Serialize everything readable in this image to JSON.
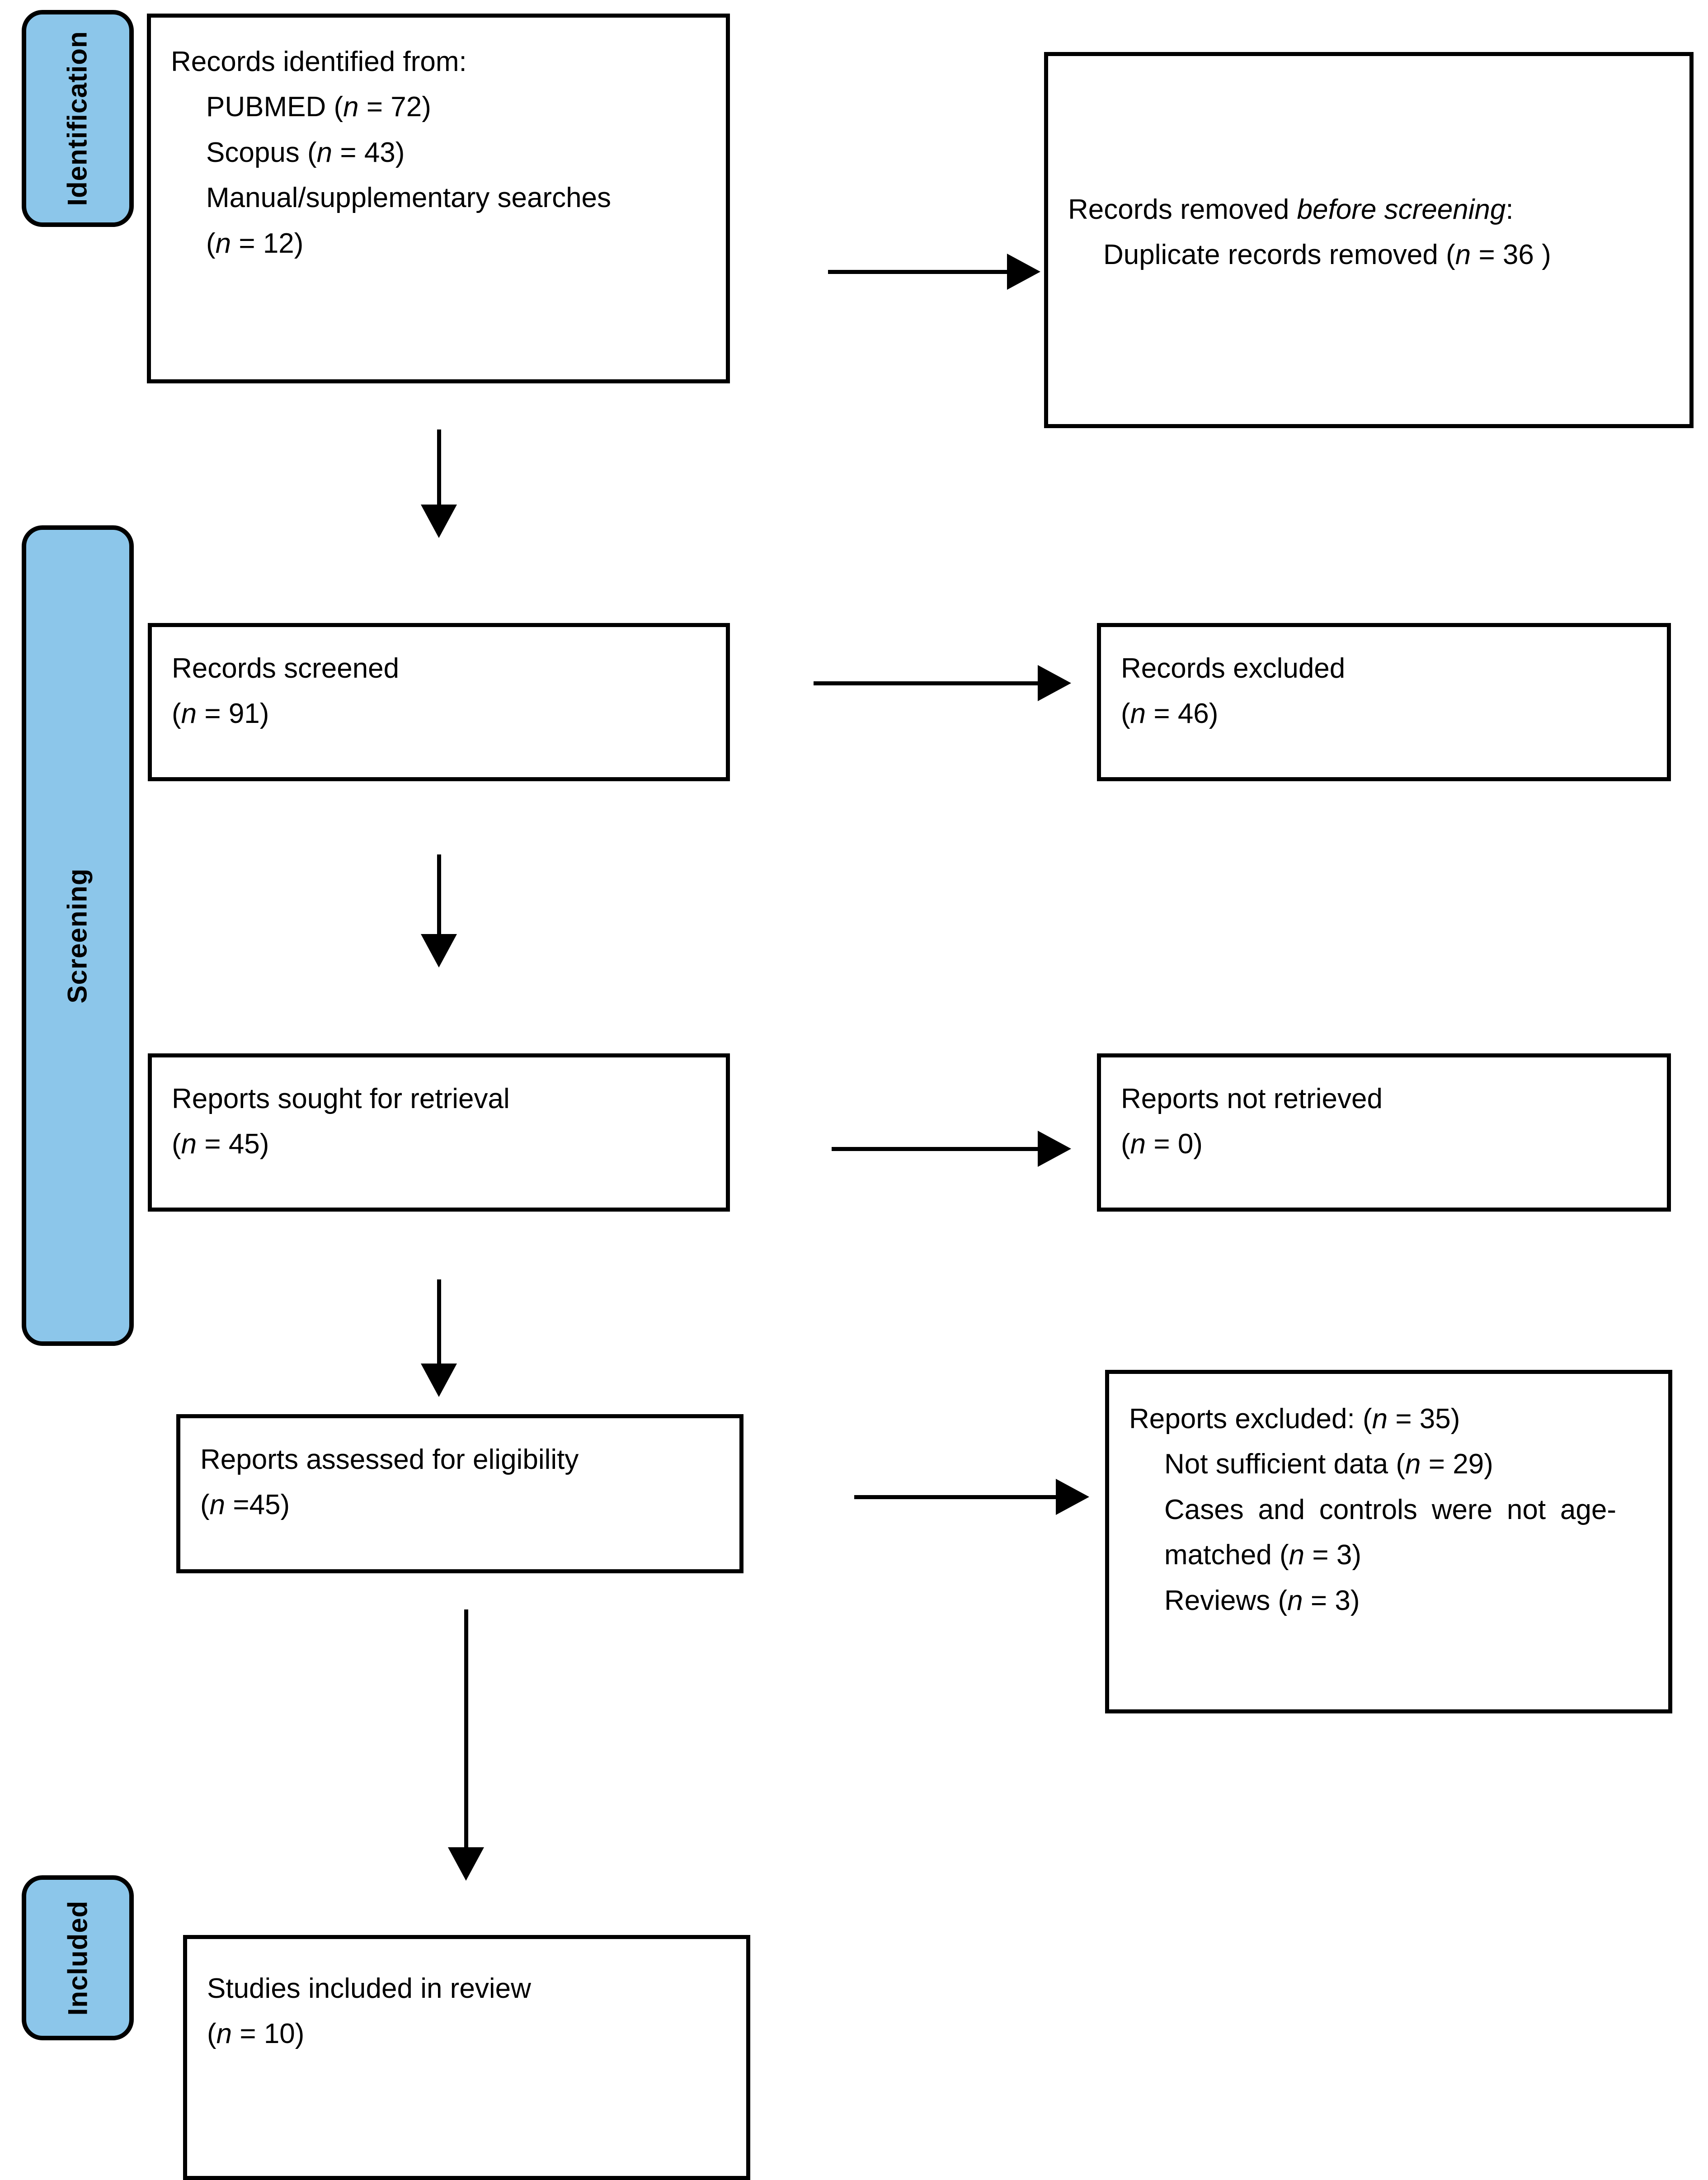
{
  "diagram": {
    "title": "PRISMA 2020 flow diagram",
    "accent_color": "#8CC6EA",
    "line_color": "#000000",
    "background_color": "#FFFFFF"
  },
  "stages": [
    {
      "id": "identification",
      "label": "Identification"
    },
    {
      "id": "screening",
      "label": "Screening"
    },
    {
      "id": "included",
      "label": "Included"
    }
  ],
  "boxes": {
    "records_identified": {
      "lines": [
        {
          "text": "Records identified from:",
          "indent": false
        },
        {
          "text": "PUBMED (n = 72)",
          "indent": true
        },
        {
          "text": "Scopus (n = 43)",
          "indent": true
        },
        {
          "text": "Manual/supplementary searches (n = 12)",
          "indent": true
        }
      ]
    },
    "records_removed": {
      "lines": [
        {
          "text": "Records removed before screening:",
          "indent": false
        },
        {
          "text": "Duplicate records removed (n = 36 )",
          "indent": true
        }
      ]
    },
    "records_screened": {
      "lines": [
        {
          "text": "Records screened",
          "indent": false
        },
        {
          "text": "(n = 91)",
          "indent": false
        }
      ]
    },
    "records_excluded": {
      "lines": [
        {
          "text": "Records excluded",
          "indent": false
        },
        {
          "text": "(n = 46)",
          "indent": false
        }
      ]
    },
    "reports_sought": {
      "lines": [
        {
          "text": "Reports sought for retrieval",
          "indent": false
        },
        {
          "text": "(n = 45)",
          "indent": false
        }
      ]
    },
    "reports_not_retrieved": {
      "lines": [
        {
          "text": "Reports not retrieved",
          "indent": false
        },
        {
          "text": "(n = 0)",
          "indent": false
        }
      ]
    },
    "reports_assessed": {
      "lines": [
        {
          "text": "Reports assessed for eligibility",
          "indent": false
        },
        {
          "text": "(n =45)",
          "indent": false
        }
      ]
    },
    "reports_excluded": {
      "lines": [
        {
          "text": "Reports excluded: (n = 35)",
          "indent": false
        },
        {
          "text": "Not sufficient data (n = 29)",
          "indent": true
        },
        {
          "text": "Cases and controls were not age-matched (n = 3)",
          "indent": true
        },
        {
          "text": "Reviews (n = 3)",
          "indent": true
        }
      ]
    },
    "studies_included": {
      "lines": [
        {
          "text": "Studies included in review",
          "indent": false
        },
        {
          "text": "(n = 10)",
          "indent": false
        }
      ]
    }
  },
  "counts": {
    "pubmed": 72,
    "scopus": 43,
    "manual_supplementary": 12,
    "duplicates_removed": 36,
    "records_screened": 91,
    "records_excluded": 46,
    "reports_sought": 45,
    "reports_not_retrieved": 0,
    "reports_assessed": 45,
    "reports_excluded_total": 35,
    "excluded_not_sufficient_data": 29,
    "excluded_not_age_matched": 3,
    "excluded_reviews": 3,
    "studies_included": 10
  },
  "arrows": [
    {
      "id": "identified-to-removed",
      "direction": "right"
    },
    {
      "id": "identified-to-screened",
      "direction": "down"
    },
    {
      "id": "screened-to-excluded",
      "direction": "right"
    },
    {
      "id": "screened-to-sought",
      "direction": "down"
    },
    {
      "id": "sought-to-notretrieved",
      "direction": "right"
    },
    {
      "id": "sought-to-assessed",
      "direction": "down"
    },
    {
      "id": "assessed-to-excluded",
      "direction": "right"
    },
    {
      "id": "assessed-to-included",
      "direction": "down"
    }
  ]
}
